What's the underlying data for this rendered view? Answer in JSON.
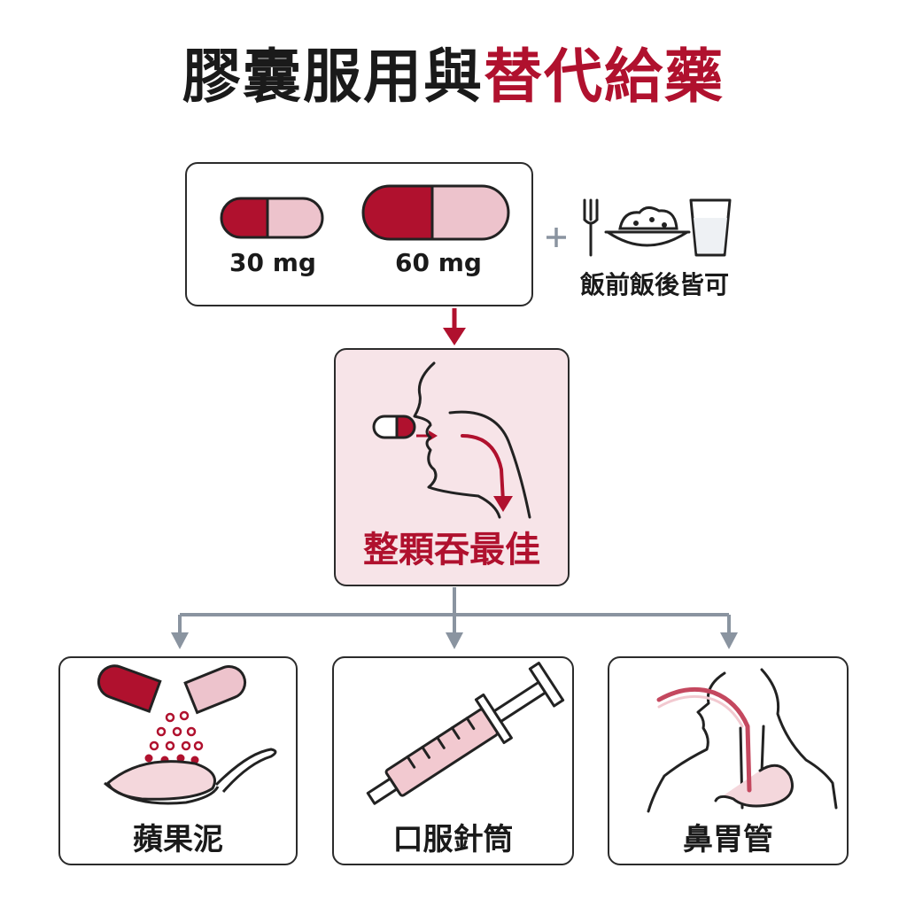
{
  "title": {
    "part1": "膠囊服用與",
    "part2": "替代給藥"
  },
  "colors": {
    "accent": "#b0112e",
    "accent_light": "#edc3cc",
    "pink_bg": "#f7e4e8",
    "connector": "#8a94a0",
    "outline": "#2b2b2b"
  },
  "capsules": [
    {
      "dose": "30 mg"
    },
    {
      "dose": "60 mg"
    }
  ],
  "meal_note": "飯前飯後皆可",
  "swallow_note": "整顆吞最佳",
  "alternatives": [
    {
      "label": "蘋果泥",
      "icon": "applesauce-spoon-icon"
    },
    {
      "label": "口服針筒",
      "icon": "oral-syringe-icon"
    },
    {
      "label": "鼻胃管",
      "icon": "nasogastric-tube-icon"
    }
  ]
}
